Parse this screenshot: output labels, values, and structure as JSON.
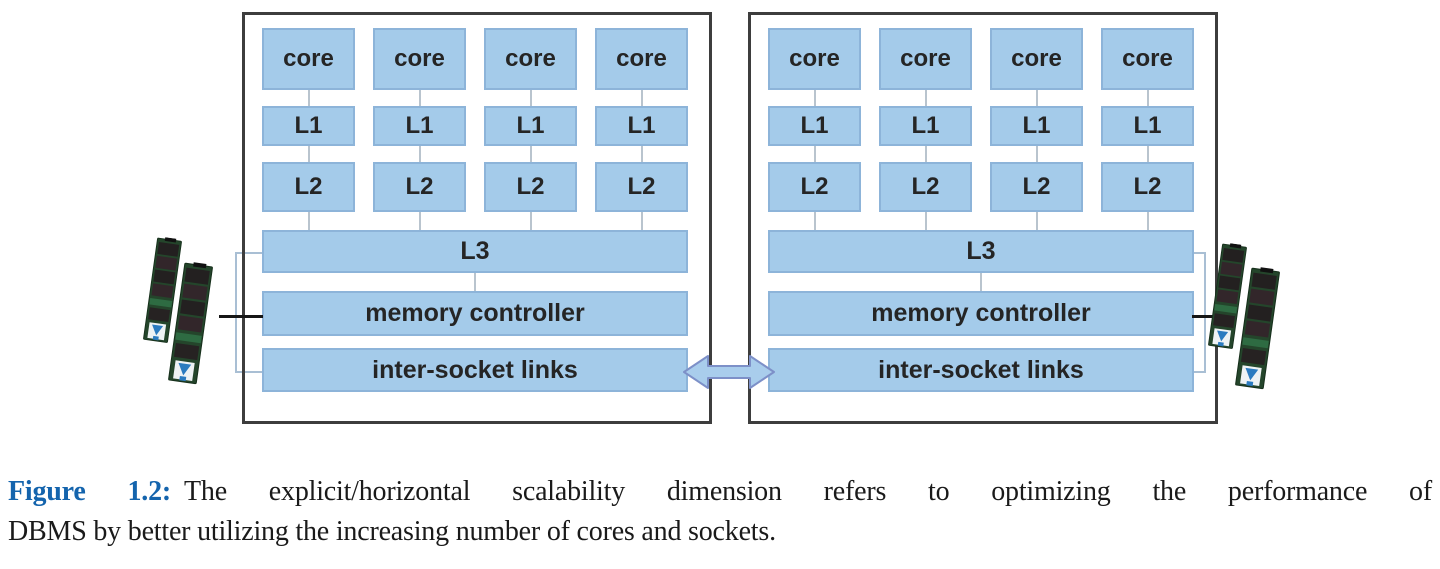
{
  "figure": {
    "caption": {
      "label": "Figure 1.2:",
      "line1": "The explicit/horizontal scalability dimension refers to optimizing the performance of",
      "line2": "DBMS by better utilizing the increasing number of cores and sockets.",
      "label_color": "#1464ad",
      "text_color": "#1a1a1a"
    },
    "diagram": {
      "socket_count": 2,
      "cores_per_socket": 4,
      "labels": {
        "core": "core",
        "l1": "L1",
        "l2": "L2",
        "l3": "L3",
        "memory_controller": "memory controller",
        "inter_socket_links": "inter-socket links"
      },
      "icons": {
        "ram": "ram-dimm-icon",
        "arrow": "inter-socket-arrow-icon"
      },
      "colors": {
        "box_fill": "#a4cbea",
        "box_border": "#8db4d9",
        "socket_border": "#3d3d3d",
        "connector_line": "#b9c4ce",
        "bracket_line": "#a9bfd4",
        "arrow_fill": "#a9cdec",
        "arrow_border": "#7d90c8",
        "memory_link_line": "#161616"
      }
    }
  }
}
